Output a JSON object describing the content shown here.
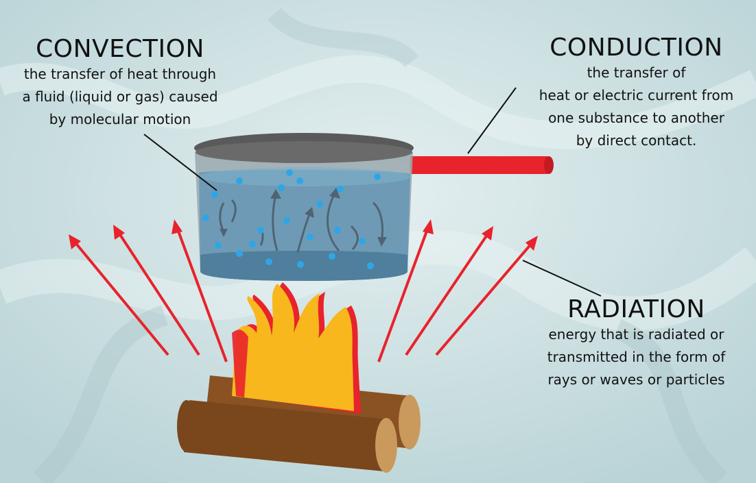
{
  "convection": {
    "title": "CONVECTION",
    "lines": [
      "the transfer of heat through",
      "a fluid (liquid or gas) caused",
      "by molecular motion"
    ]
  },
  "conduction": {
    "title": "CONDUCTION",
    "lines": [
      "the transfer of",
      "heat or electric current from",
      "one substance to another",
      "by direct contact."
    ]
  },
  "radiation": {
    "title": "RADIATION",
    "lines": [
      "energy that is radiated or",
      "transmitted in the form of",
      "rays or waves or particles"
    ]
  },
  "colors": {
    "background": "#cfe0e2",
    "pot_rim": "#5a5a5a",
    "pot_glass": "#8a98a0",
    "water": "#6f9ab5",
    "bubble": "#2ea6e6",
    "handle": "#e8232b",
    "ray": "#e8232b",
    "flame_outer": "#e8232b",
    "flame_inner": "#f7b71d",
    "log": "#8a5223",
    "log_end": "#c99a5b"
  }
}
